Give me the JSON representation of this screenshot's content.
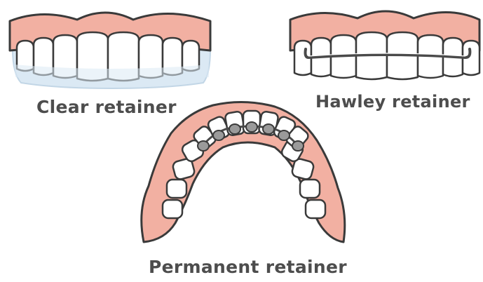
{
  "labels": {
    "clear": "Clear retainer",
    "hawley": "Hawley retainer",
    "permanent": "Permanent retainer"
  },
  "colors": {
    "gum": "#f2b0a2",
    "gum_outline": "#3a3a3a",
    "tooth": "#ffffff",
    "clear_tray": "#dbe9f4",
    "wire": "#4a4a4a",
    "bonded_wire_pad": "#9a9a9a",
    "label_text": "#4d4d4d"
  }
}
